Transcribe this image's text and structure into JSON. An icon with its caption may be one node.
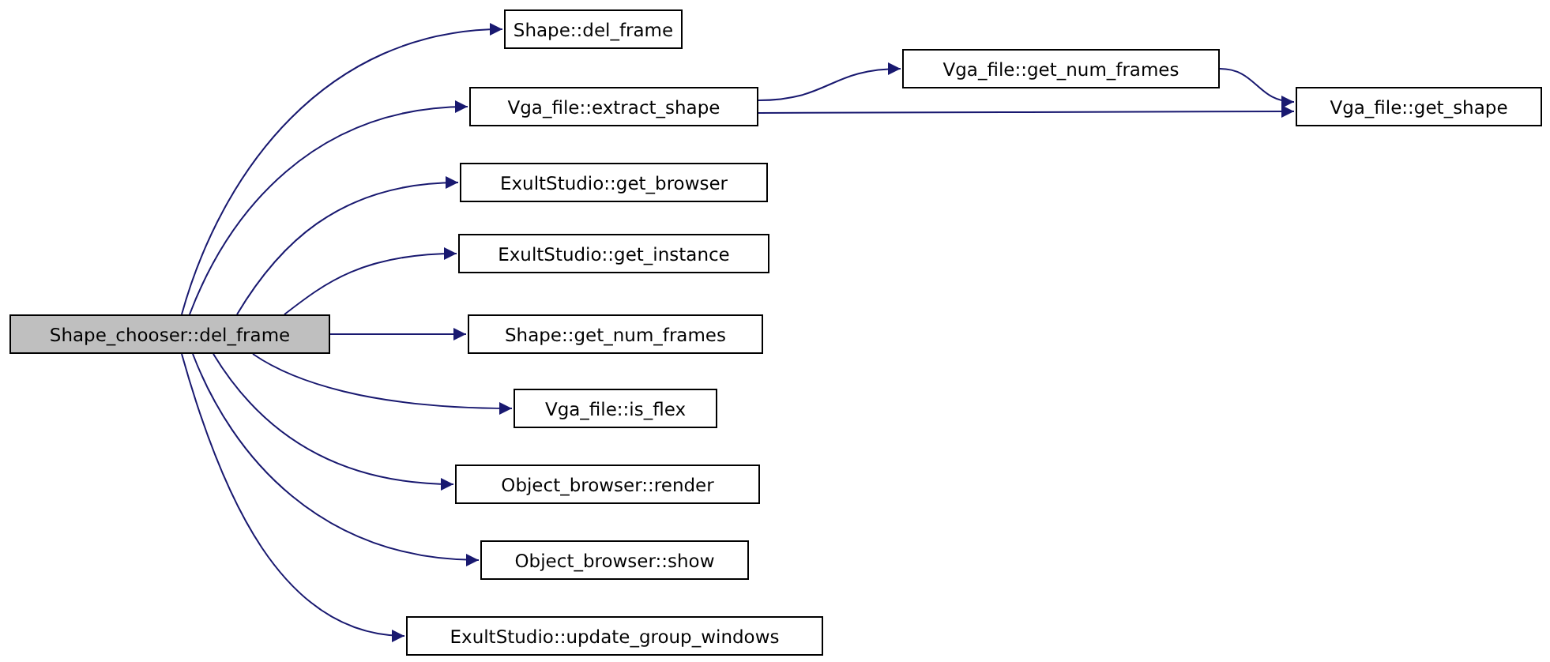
{
  "diagram": {
    "nodes": [
      {
        "text": [
          "Shape_chooser::del_frame"
        ]
      },
      {
        "text": [
          "Shape::del_frame"
        ]
      },
      {
        "text": [
          "Vga_file::extract_shape"
        ]
      },
      {
        "text": [
          "Vga_file::get_num_frames"
        ]
      },
      {
        "text": [
          "Vga_file::get_shape"
        ]
      },
      {
        "text": [
          "ExultStudio::get_browser"
        ]
      },
      {
        "text": [
          "ExultStudio::get_instance"
        ]
      },
      {
        "text": [
          "Shape::get_num_frames"
        ]
      },
      {
        "text": [
          "Vga_file::is_flex"
        ]
      },
      {
        "text": [
          "Object_browser::render"
        ]
      },
      {
        "text": [
          "Object_browser::show"
        ]
      },
      {
        "text": [
          "ExultStudio::update_group_windows"
        ]
      }
    ],
    "edges": [
      {
        "from": 0,
        "to": 1,
        "arrow": "to"
      },
      {
        "from": 0,
        "to": 2,
        "arrow": "to"
      },
      {
        "from": 2,
        "to": 3,
        "arrow": "to"
      },
      {
        "from": 2,
        "to": 4,
        "arrow": "to"
      },
      {
        "from": 3,
        "to": 4,
        "arrow": "to"
      },
      {
        "from": 0,
        "to": 5,
        "arrow": "to"
      },
      {
        "from": 0,
        "to": 6,
        "arrow": "to"
      },
      {
        "from": 0,
        "to": 7,
        "arrow": "to"
      },
      {
        "from": 0,
        "to": 8,
        "arrow": "to"
      },
      {
        "from": 0,
        "to": 9,
        "arrow": "to"
      },
      {
        "from": 0,
        "to": 10,
        "arrow": "to"
      },
      {
        "from": 0,
        "to": 11,
        "arrow": "to"
      }
    ]
  }
}
